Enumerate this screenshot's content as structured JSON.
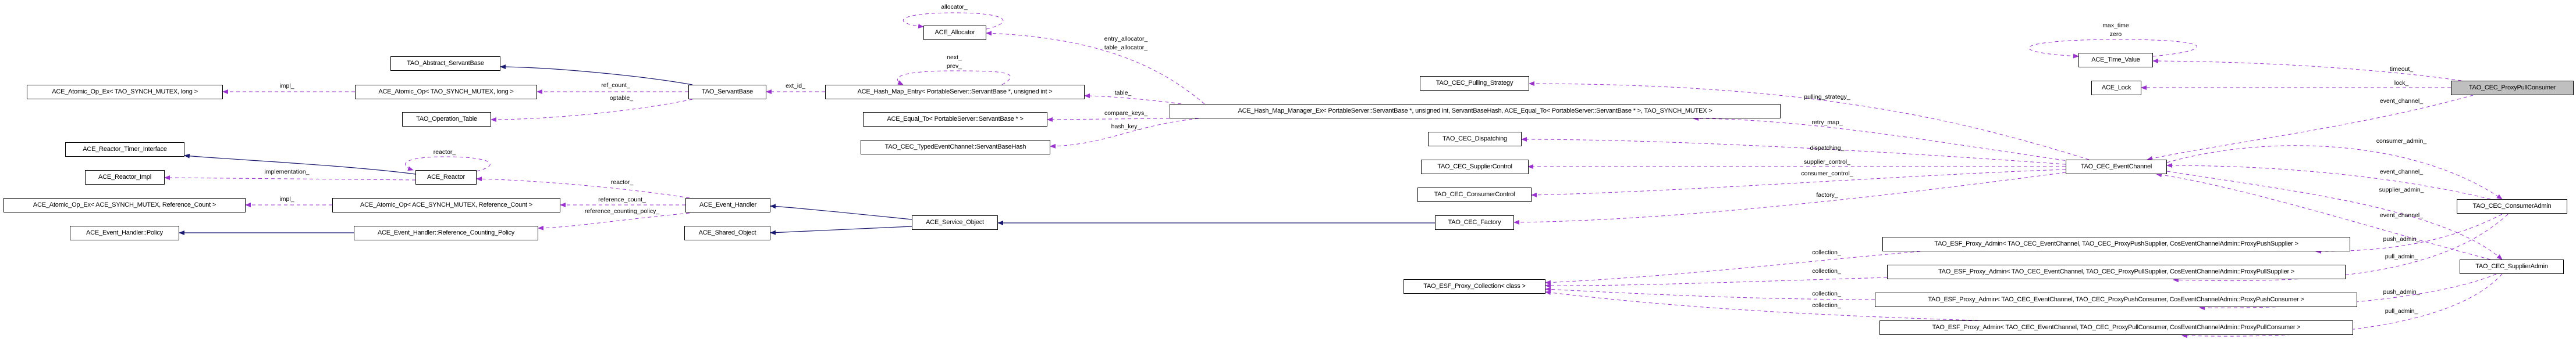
{
  "colors": {
    "usage_edge": "#9a32cd",
    "inheritance_edge": "#191970",
    "focus_node": "#bfbfbf"
  },
  "nodes": [
    {
      "label": "ACE_Atomic_Op_Ex< TAO_SYNCH_MUTEX, long >"
    },
    {
      "label": "ACE_Reactor_Timer_Interface"
    },
    {
      "label": "ACE_Reactor_Impl"
    },
    {
      "label": "ACE_Atomic_Op_Ex< ACE_SYNCH_MUTEX, Reference_Count >"
    },
    {
      "label": "ACE_Event_Handler::Policy"
    },
    {
      "label": "TAO_Abstract_ServantBase"
    },
    {
      "label": "ACE_Atomic_Op< TAO_SYNCH_MUTEX, long >"
    },
    {
      "label": "TAO_Operation_Table"
    },
    {
      "label": "ACE_Reactor"
    },
    {
      "label": "ACE_Atomic_Op< ACE_SYNCH_MUTEX, Reference_Count >"
    },
    {
      "label": "ACE_Event_Handler::Reference_Counting_Policy"
    },
    {
      "label": "TAO_ServantBase"
    },
    {
      "label": "ACE_Event_Handler"
    },
    {
      "label": "ACE_Shared_Object"
    },
    {
      "label": "ACE_Service_Object"
    },
    {
      "label": "ACE_Allocator"
    },
    {
      "label": "ACE_Hash_Map_Entry< PortableServer::ServantBase *, unsigned int >"
    },
    {
      "label": "ACE_Equal_To< PortableServer::ServantBase * >"
    },
    {
      "label": "TAO_CEC_TypedEventChannel::ServantBaseHash"
    },
    {
      "label": "ACE_Hash_Map_Manager_Ex< PortableServer::ServantBase *, unsigned int, ServantBaseHash, ACE_Equal_To< PortableServer::ServantBase * >, TAO_SYNCH_MUTEX >"
    },
    {
      "label": "TAO_CEC_Pulling_Strategy"
    },
    {
      "label": "TAO_CEC_Dispatching"
    },
    {
      "label": "TAO_CEC_SupplierControl"
    },
    {
      "label": "TAO_CEC_ConsumerControl"
    },
    {
      "label": "TAO_CEC_Factory"
    },
    {
      "label": "TAO_ESF_Proxy_Collection< class >"
    },
    {
      "label": "TAO_CEC_EventChannel"
    },
    {
      "label": "TAO_ESF_Proxy_Admin< TAO_CEC_EventChannel, TAO_CEC_ProxyPushSupplier, CosEventChannelAdmin::ProxyPushSupplier >"
    },
    {
      "label": "TAO_ESF_Proxy_Admin< TAO_CEC_EventChannel, TAO_CEC_ProxyPullSupplier, CosEventChannelAdmin::ProxyPullSupplier >"
    },
    {
      "label": "TAO_ESF_Proxy_Admin< TAO_CEC_EventChannel, TAO_CEC_ProxyPushConsumer, CosEventChannelAdmin::ProxyPushConsumer >"
    },
    {
      "label": "TAO_ESF_Proxy_Admin< TAO_CEC_EventChannel, TAO_CEC_ProxyPullConsumer, CosEventChannelAdmin::ProxyPullConsumer >"
    },
    {
      "label": "ACE_Time_Value"
    },
    {
      "label": "ACE_Lock"
    },
    {
      "label": "TAO_CEC_ProxyPullConsumer"
    },
    {
      "label": "TAO_CEC_ConsumerAdmin"
    },
    {
      "label": "TAO_CEC_SupplierAdmin"
    }
  ],
  "edge_labels": {
    "ref_count": "ref_count_",
    "optable": "optable_",
    "impl_top": "impl_",
    "ext_id": "ext_id_",
    "next": "next_",
    "prev": "prev_",
    "allocator": "allocator_",
    "entry_allocator": "entry_allocator_",
    "table_allocator": "table_allocator_",
    "table": "table_",
    "compare_keys": "compare_keys_",
    "hash_key": "hash_key_",
    "pulling_strategy": "pulling_strategy_",
    "retry_map": "retry_map_",
    "dispatching": "dispatching_",
    "supplier_control": "supplier_control_",
    "consumer_control": "consumer_control_",
    "factory": "factory_",
    "reactor_eh": "reactor_",
    "reference_count": "reference_count_",
    "reference_counting_policy": "reference_counting_policy_",
    "impl_bottom": "impl_",
    "implementation": "implementation_",
    "reactor_self": "reactor_",
    "max_time": "max_time",
    "zero": "zero",
    "timeout": "timeout_",
    "lock": "lock_",
    "event_channel_ppc": "event_channel_",
    "consumer_admin": "consumer_admin_",
    "event_channel_ca": "event_channel_",
    "supplier_admin": "supplier_admin_",
    "event_channel_sa": "event_channel_",
    "push_admin_ca": "push_admin_",
    "pull_admin_ca": "pull_admin_",
    "push_admin_sa": "push_admin_",
    "pull_admin_sa": "pull_admin_",
    "collection_1": "collection_",
    "collection_2": "collection_",
    "collection_3": "collection_",
    "collection_4": "collection_"
  }
}
